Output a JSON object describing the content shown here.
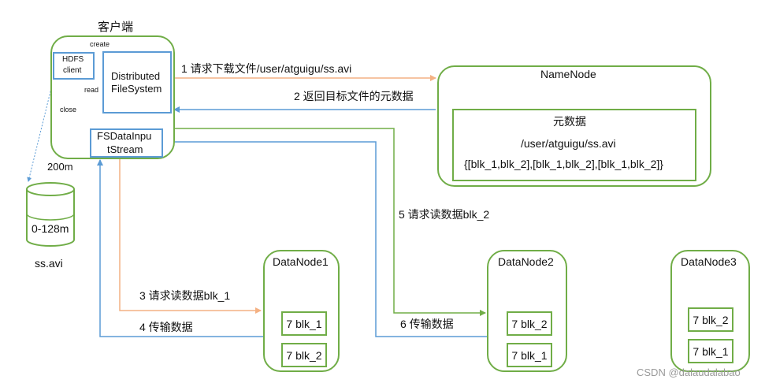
{
  "client": {
    "title": "客户端",
    "hdfs_client": [
      "HDFS",
      "client"
    ],
    "distributed_fs": [
      "Distributed",
      "FileSystem"
    ],
    "fsdatainputstream": [
      "FSDataInpu",
      "tStream"
    ],
    "create_label": "create",
    "read_label": "read",
    "close_label": "close",
    "size_label": "200m"
  },
  "local_file": {
    "content": "0-128m",
    "name": "ss.avi"
  },
  "namenode": {
    "title": "NameNode",
    "metadata_title": "元数据",
    "path": "/user/atguigu/ss.avi",
    "blocks": "{[blk_1,blk_2],[blk_1,blk_2],[blk_1,blk_2]}"
  },
  "steps": {
    "s1": "1 请求下载文件/user/atguigu/ss.avi",
    "s2": "2 返回目标文件的元数据",
    "s3": "3 请求读数据blk_1",
    "s4": "4 传输数据",
    "s5": "5 请求读数据blk_2",
    "s6": "6 传输数据"
  },
  "datanodes": [
    {
      "name": "DataNode1",
      "blocks": [
        "7 blk_1",
        "7 blk_2"
      ]
    },
    {
      "name": "DataNode2",
      "blocks": [
        "7 blk_2",
        "7 blk_1"
      ]
    },
    {
      "name": "DataNode3",
      "blocks": [
        "7 blk_2",
        "7 blk_1"
      ]
    }
  ],
  "watermark": "CSDN @dalaudalabao",
  "colors": {
    "green": "#70ad47",
    "blue": "#5b9bd5",
    "orange": "#f4b183"
  }
}
